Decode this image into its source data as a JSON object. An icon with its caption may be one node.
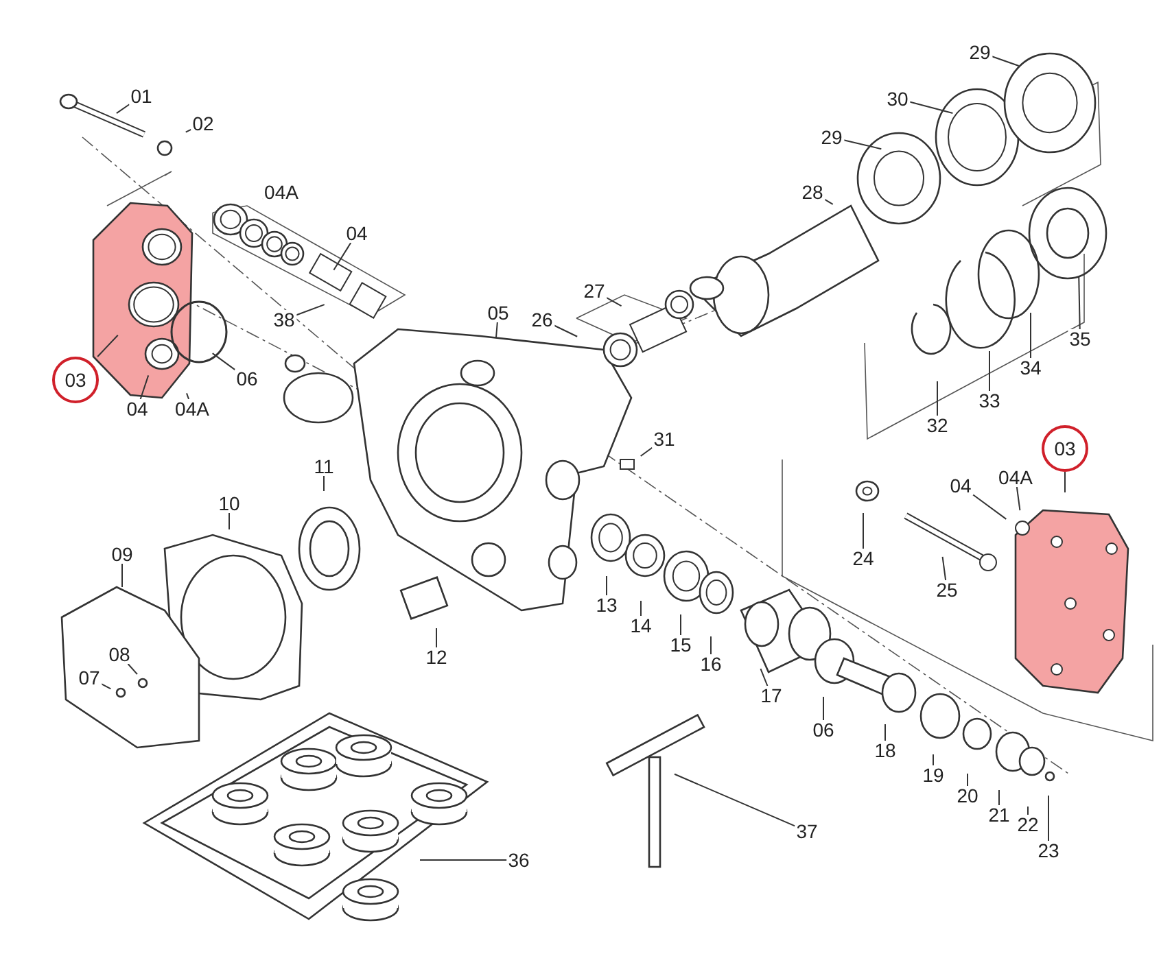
{
  "diagram": {
    "nodes": [
      {
        "text": [
          "01"
        ]
      },
      {
        "text": [
          "02"
        ]
      },
      {
        "text": [
          "04A"
        ]
      },
      {
        "text": [
          "04"
        ]
      },
      {
        "text": [
          "38"
        ]
      },
      {
        "text": [
          "03"
        ]
      },
      {
        "text": [
          "04"
        ]
      },
      {
        "text": [
          "04A"
        ]
      },
      {
        "text": [
          "06"
        ]
      },
      {
        "text": [
          "05"
        ]
      },
      {
        "text": [
          "26"
        ]
      },
      {
        "text": [
          "27"
        ]
      },
      {
        "text": [
          "28"
        ]
      },
      {
        "text": [
          "29"
        ]
      },
      {
        "text": [
          "30"
        ]
      },
      {
        "text": [
          "29"
        ]
      },
      {
        "text": [
          "35"
        ]
      },
      {
        "text": [
          "34"
        ]
      },
      {
        "text": [
          "33"
        ]
      },
      {
        "text": [
          "32"
        ]
      },
      {
        "text": [
          "31"
        ]
      },
      {
        "text": [
          "03"
        ]
      },
      {
        "text": [
          "04"
        ]
      },
      {
        "text": [
          "04A"
        ]
      },
      {
        "text": [
          "24"
        ]
      },
      {
        "text": [
          "25"
        ]
      },
      {
        "text": [
          "11"
        ]
      },
      {
        "text": [
          "10"
        ]
      },
      {
        "text": [
          "09"
        ]
      },
      {
        "text": [
          "08"
        ]
      },
      {
        "text": [
          "07"
        ]
      },
      {
        "text": [
          "12"
        ]
      },
      {
        "text": [
          "13"
        ]
      },
      {
        "text": [
          "14"
        ]
      },
      {
        "text": [
          "15"
        ]
      },
      {
        "text": [
          "16"
        ]
      },
      {
        "text": [
          "17"
        ]
      },
      {
        "text": [
          "06"
        ]
      },
      {
        "text": [
          "18"
        ]
      },
      {
        "text": [
          "19"
        ]
      },
      {
        "text": [
          "20"
        ]
      },
      {
        "text": [
          "21"
        ]
      },
      {
        "text": [
          "22"
        ]
      },
      {
        "text": [
          "23"
        ]
      },
      {
        "text": [
          "37"
        ]
      },
      {
        "text": [
          "36"
        ]
      }
    ],
    "edges": [
      {
        "from": 0,
        "to": null,
        "arrow": "none"
      },
      {
        "from": 1,
        "to": null,
        "arrow": "none"
      },
      {
        "from": 2,
        "to": null,
        "arrow": "none"
      },
      {
        "from": 3,
        "to": null,
        "arrow": "none"
      },
      {
        "from": 4,
        "to": null,
        "arrow": "none"
      },
      {
        "from": 5,
        "to": null,
        "arrow": "none"
      },
      {
        "from": 6,
        "to": null,
        "arrow": "none"
      },
      {
        "from": 7,
        "to": null,
        "arrow": "none"
      },
      {
        "from": 8,
        "to": null,
        "arrow": "none"
      },
      {
        "from": 9,
        "to": null,
        "arrow": "none"
      },
      {
        "from": 10,
        "to": null,
        "arrow": "none"
      },
      {
        "from": 11,
        "to": null,
        "arrow": "none"
      },
      {
        "from": 12,
        "to": null,
        "arrow": "none"
      },
      {
        "from": 13,
        "to": null,
        "arrow": "none"
      },
      {
        "from": 14,
        "to": null,
        "arrow": "none"
      },
      {
        "from": 15,
        "to": null,
        "arrow": "none"
      },
      {
        "from": 16,
        "to": null,
        "arrow": "none"
      },
      {
        "from": 17,
        "to": null,
        "arrow": "none"
      },
      {
        "from": 18,
        "to": null,
        "arrow": "none"
      },
      {
        "from": 19,
        "to": null,
        "arrow": "none"
      },
      {
        "from": 20,
        "to": null,
        "arrow": "none"
      },
      {
        "from": 21,
        "to": null,
        "arrow": "none"
      },
      {
        "from": 22,
        "to": null,
        "arrow": "none"
      },
      {
        "from": 23,
        "to": null,
        "arrow": "none"
      },
      {
        "from": 24,
        "to": null,
        "arrow": "none"
      },
      {
        "from": 25,
        "to": null,
        "arrow": "none"
      },
      {
        "from": 26,
        "to": null,
        "arrow": "none"
      },
      {
        "from": 27,
        "to": null,
        "arrow": "none"
      },
      {
        "from": 28,
        "to": null,
        "arrow": "none"
      },
      {
        "from": 29,
        "to": null,
        "arrow": "none"
      },
      {
        "from": 30,
        "to": null,
        "arrow": "none"
      },
      {
        "from": 31,
        "to": null,
        "arrow": "none"
      },
      {
        "from": 32,
        "to": null,
        "arrow": "none"
      },
      {
        "from": 33,
        "to": null,
        "arrow": "none"
      },
      {
        "from": 34,
        "to": null,
        "arrow": "none"
      },
      {
        "from": 35,
        "to": null,
        "arrow": "none"
      },
      {
        "from": 36,
        "to": null,
        "arrow": "none"
      },
      {
        "from": 37,
        "to": null,
        "arrow": "none"
      },
      {
        "from": 38,
        "to": null,
        "arrow": "none"
      },
      {
        "from": 39,
        "to": null,
        "arrow": "none"
      },
      {
        "from": 40,
        "to": null,
        "arrow": "none"
      },
      {
        "from": 41,
        "to": null,
        "arrow": "none"
      },
      {
        "from": 42,
        "to": null,
        "arrow": "none"
      },
      {
        "from": 43,
        "to": null,
        "arrow": "none"
      },
      {
        "from": 44,
        "to": null,
        "arrow": "none"
      },
      {
        "from": 45,
        "to": null,
        "arrow": "none"
      }
    ]
  }
}
